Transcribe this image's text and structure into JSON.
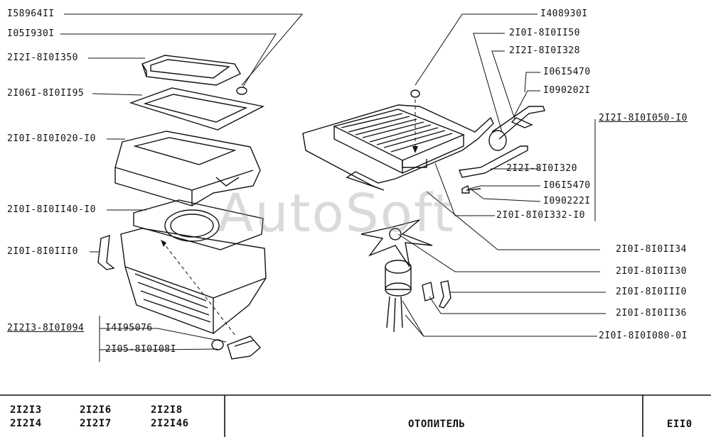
{
  "labels": {
    "l_158964": "I58964II",
    "l_105193": "I05I930I",
    "l_2121_350": "2I2I-8I0I350",
    "l_2106_195": "2I06I-8I0II95",
    "l_2101_020": "2I0I-8I0I020-I0",
    "l_2101_140": "2I0I-8I0II40-I0",
    "l_2101_110_left": "2I0I-8I0III0",
    "l_21213_094": "2I2I3-8I0I094",
    "l_141950": "I4I95076",
    "l_2105_081": "2I05-8I0I08I",
    "l_140893": "I408930I",
    "l_2101_150": "2I0I-8I0II50",
    "l_2121_328": "2I2I-8I0I328",
    "l_106154_top": "I06I5470",
    "l_109020": "I090202I",
    "l_2121_050": "2I2I-8I0I050-I0",
    "l_2121_320": "2I2I-8I0I320",
    "l_106154_bot": "I06I5470",
    "l_109022": "I090222I",
    "l_2101_332": "2I0I-8I0I332-I0",
    "l_2101_134": "2I0I-8I0II34",
    "l_2101_130": "2I0I-8I0II30",
    "l_2101_110_right": "2I0I-8I0III0",
    "l_2101_136": "2I0I-8I0II36",
    "l_2101_080": "2I0I-8I0I080-0I"
  },
  "watermark": "AutoSoft",
  "title_block": {
    "models": [
      "2I2I3",
      "2I2I4",
      "2I2I6",
      "2I2I7",
      "2I2I8",
      "2I2I46"
    ],
    "title": "ОТОПИТЕЛЬ",
    "code": "EII0"
  }
}
